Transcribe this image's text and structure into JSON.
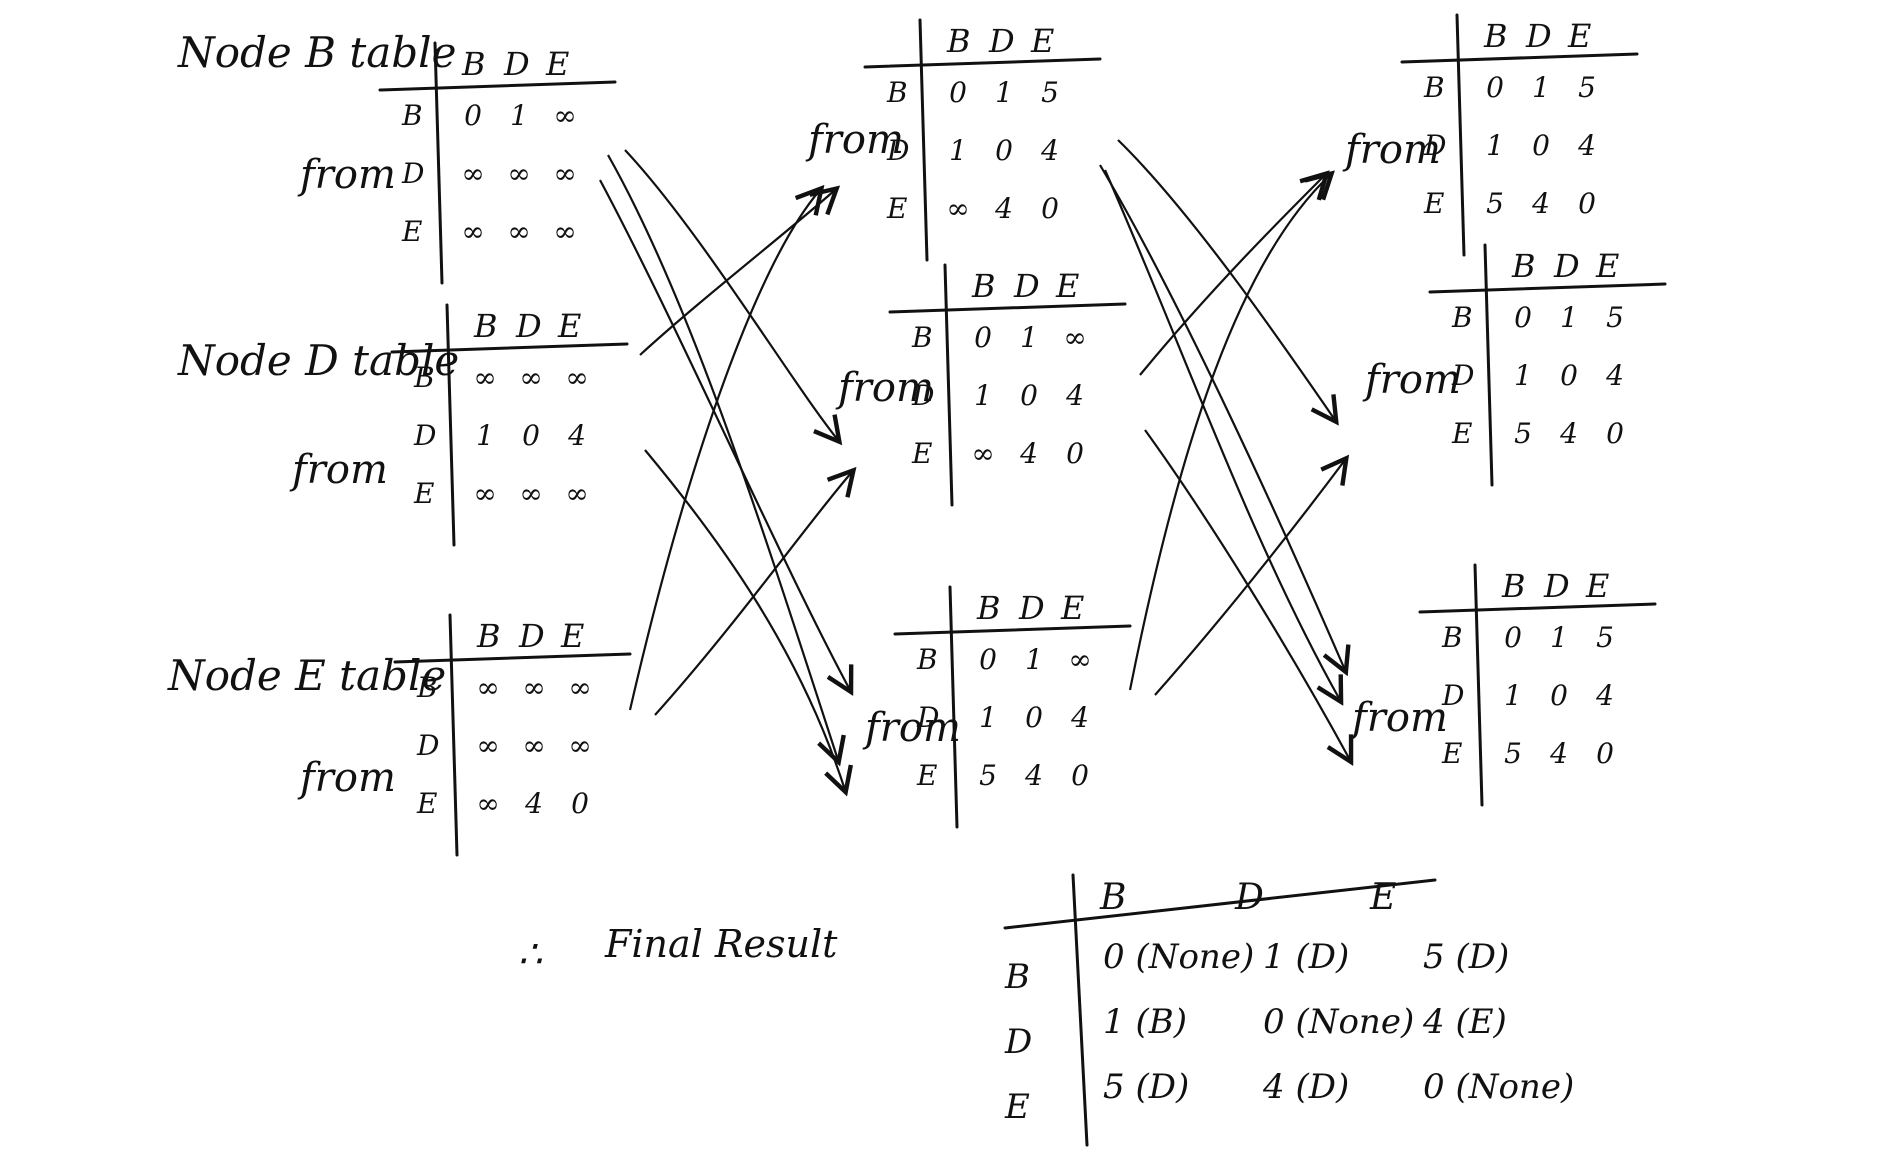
{
  "left_tables": [
    {
      "title": "Node B table",
      "from_label": "from",
      "columns": [
        "B",
        "D",
        "E"
      ],
      "rows": [
        "B",
        "D",
        "E"
      ],
      "values": [
        [
          "0",
          "1",
          "∞"
        ],
        [
          "∞",
          "∞",
          "∞"
        ],
        [
          "∞",
          "∞",
          "∞"
        ]
      ]
    },
    {
      "title": "Node D table",
      "from_label": "from",
      "columns": [
        "B",
        "D",
        "E"
      ],
      "rows": [
        "B",
        "D",
        "E"
      ],
      "values": [
        [
          "∞",
          "∞",
          "∞"
        ],
        [
          "1",
          "0",
          "4"
        ],
        [
          "∞",
          "∞",
          "∞"
        ]
      ]
    },
    {
      "title": "Node E table",
      "from_label": "from",
      "columns": [
        "B",
        "D",
        "E"
      ],
      "rows": [
        "B",
        "D",
        "E"
      ],
      "values": [
        [
          "∞",
          "∞",
          "∞"
        ],
        [
          "∞",
          "∞",
          "∞"
        ],
        [
          "∞",
          "4",
          "0"
        ]
      ]
    }
  ],
  "middle_tables": [
    {
      "from_label": "from",
      "columns": [
        "B",
        "D",
        "E"
      ],
      "rows": [
        "B",
        "D",
        "E"
      ],
      "values": [
        [
          "0",
          "1",
          "5"
        ],
        [
          "1",
          "0",
          "4"
        ],
        [
          "∞",
          "4",
          "0"
        ]
      ]
    },
    {
      "from_label": "from",
      "columns": [
        "B",
        "D",
        "E"
      ],
      "rows": [
        "B",
        "D",
        "E"
      ],
      "values": [
        [
          "0",
          "1",
          "∞"
        ],
        [
          "1",
          "0",
          "4"
        ],
        [
          "∞",
          "4",
          "0"
        ]
      ]
    },
    {
      "from_label": "from",
      "columns": [
        "B",
        "D",
        "E"
      ],
      "rows": [
        "B",
        "D",
        "E"
      ],
      "values": [
        [
          "0",
          "1",
          "∞"
        ],
        [
          "1",
          "0",
          "4"
        ],
        [
          "5",
          "4",
          "0"
        ]
      ]
    }
  ],
  "right_tables": [
    {
      "from_label": "from",
      "columns": [
        "B",
        "D",
        "E"
      ],
      "rows": [
        "B",
        "D",
        "E"
      ],
      "values": [
        [
          "0",
          "1",
          "5"
        ],
        [
          "1",
          "0",
          "4"
        ],
        [
          "5",
          "4",
          "0"
        ]
      ]
    },
    {
      "from_label": "from",
      "columns": [
        "B",
        "D",
        "E"
      ],
      "rows": [
        "B",
        "D",
        "E"
      ],
      "values": [
        [
          "0",
          "1",
          "5"
        ],
        [
          "1",
          "0",
          "4"
        ],
        [
          "5",
          "4",
          "0"
        ]
      ]
    },
    {
      "from_label": "from",
      "columns": [
        "B",
        "D",
        "E"
      ],
      "rows": [
        "B",
        "D",
        "E"
      ],
      "values": [
        [
          "0",
          "1",
          "5"
        ],
        [
          "1",
          "0",
          "4"
        ],
        [
          "5",
          "4",
          "0"
        ]
      ]
    }
  ],
  "final": {
    "therefore": "∴",
    "label": "Final Result",
    "columns": [
      "B",
      "D",
      "E"
    ],
    "rows": [
      "B",
      "D",
      "E"
    ],
    "values": [
      [
        "0 (None)",
        "1 (D)",
        "5 (D)"
      ],
      [
        "1 (B)",
        "0 (None)",
        "4 (E)"
      ],
      [
        "5 (D)",
        "4 (D)",
        "0 (None)"
      ]
    ]
  },
  "colors": {
    "ink": "#111111",
    "background": "#ffffff"
  }
}
